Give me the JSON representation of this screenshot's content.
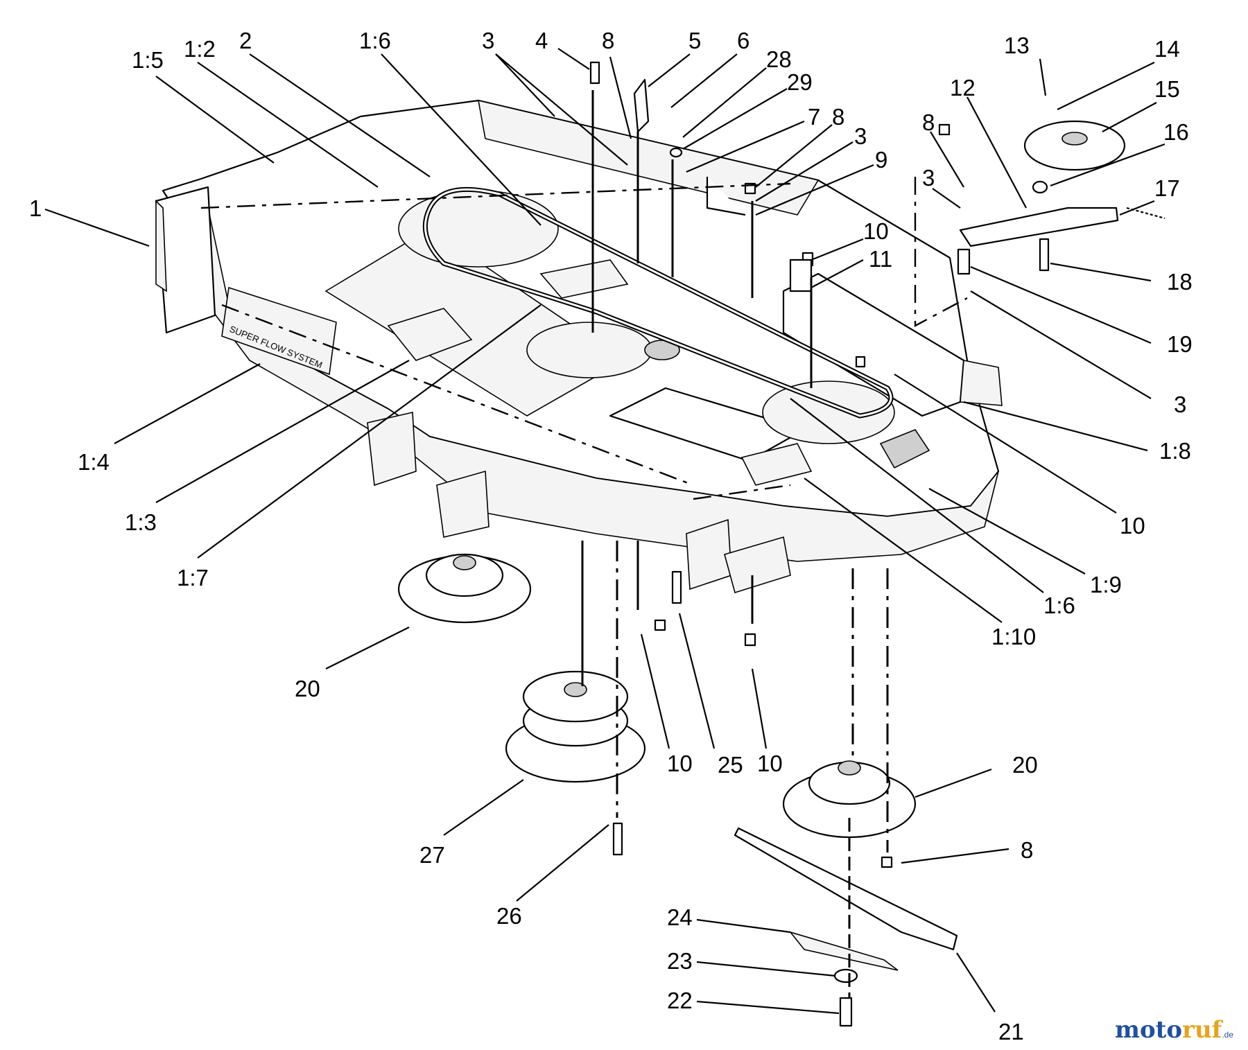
{
  "callouts": [
    {
      "id": "1",
      "label": "1"
    },
    {
      "id": "1:5",
      "label": "1:5"
    },
    {
      "id": "1:2",
      "label": "1:2"
    },
    {
      "id": "2",
      "label": "2"
    },
    {
      "id": "1:6a",
      "label": "1:6"
    },
    {
      "id": "3a",
      "label": "3"
    },
    {
      "id": "4",
      "label": "4"
    },
    {
      "id": "8a",
      "label": "8"
    },
    {
      "id": "5",
      "label": "5"
    },
    {
      "id": "6",
      "label": "6"
    },
    {
      "id": "28",
      "label": "28"
    },
    {
      "id": "29",
      "label": "29"
    },
    {
      "id": "7",
      "label": "7"
    },
    {
      "id": "8b",
      "label": "8"
    },
    {
      "id": "3b",
      "label": "3"
    },
    {
      "id": "9",
      "label": "9"
    },
    {
      "id": "13",
      "label": "13"
    },
    {
      "id": "14",
      "label": "14"
    },
    {
      "id": "12",
      "label": "12"
    },
    {
      "id": "15",
      "label": "15"
    },
    {
      "id": "8c",
      "label": "8"
    },
    {
      "id": "16",
      "label": "16"
    },
    {
      "id": "3c",
      "label": "3"
    },
    {
      "id": "17",
      "label": "17"
    },
    {
      "id": "10a",
      "label": "10"
    },
    {
      "id": "11",
      "label": "11"
    },
    {
      "id": "18",
      "label": "18"
    },
    {
      "id": "19",
      "label": "19"
    },
    {
      "id": "3d",
      "label": "3"
    },
    {
      "id": "1:8",
      "label": "1:8"
    },
    {
      "id": "10b",
      "label": "10"
    },
    {
      "id": "1:9",
      "label": "1:9"
    },
    {
      "id": "1:6b",
      "label": "1:6"
    },
    {
      "id": "1:10",
      "label": "1:10"
    },
    {
      "id": "1:4",
      "label": "1:4"
    },
    {
      "id": "1:3",
      "label": "1:3"
    },
    {
      "id": "1:7",
      "label": "1:7"
    },
    {
      "id": "20a",
      "label": "20"
    },
    {
      "id": "10c",
      "label": "10"
    },
    {
      "id": "25",
      "label": "25"
    },
    {
      "id": "10d",
      "label": "10"
    },
    {
      "id": "20b",
      "label": "20"
    },
    {
      "id": "27",
      "label": "27"
    },
    {
      "id": "8d",
      "label": "8"
    },
    {
      "id": "26",
      "label": "26"
    },
    {
      "id": "24",
      "label": "24"
    },
    {
      "id": "23",
      "label": "23"
    },
    {
      "id": "22",
      "label": "22"
    },
    {
      "id": "21",
      "label": "21"
    }
  ],
  "decal_text": "SUPER FLOW SYSTEM",
  "watermark": {
    "main_a": "moto",
    "main_b": "ruf",
    "suffix": ".de"
  },
  "colors": {
    "watermark_blue": "#1e4fa3",
    "watermark_orange": "#e8a21c",
    "line": "#000000"
  }
}
